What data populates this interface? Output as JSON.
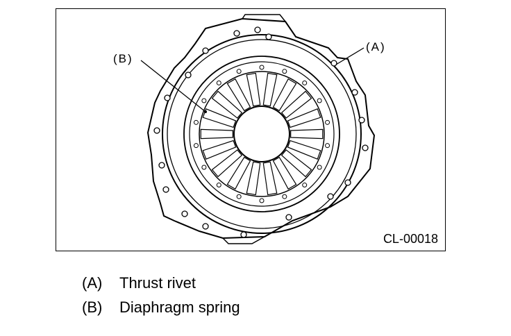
{
  "figure": {
    "code": "CL-00018",
    "callouts": [
      {
        "id": "A",
        "text": "(A)"
      },
      {
        "id": "B",
        "text": "(B)"
      }
    ]
  },
  "legend": [
    {
      "letter": "(A)",
      "label": "Thrust rivet"
    },
    {
      "letter": "(B)",
      "label": "Diaphragm spring"
    }
  ]
}
